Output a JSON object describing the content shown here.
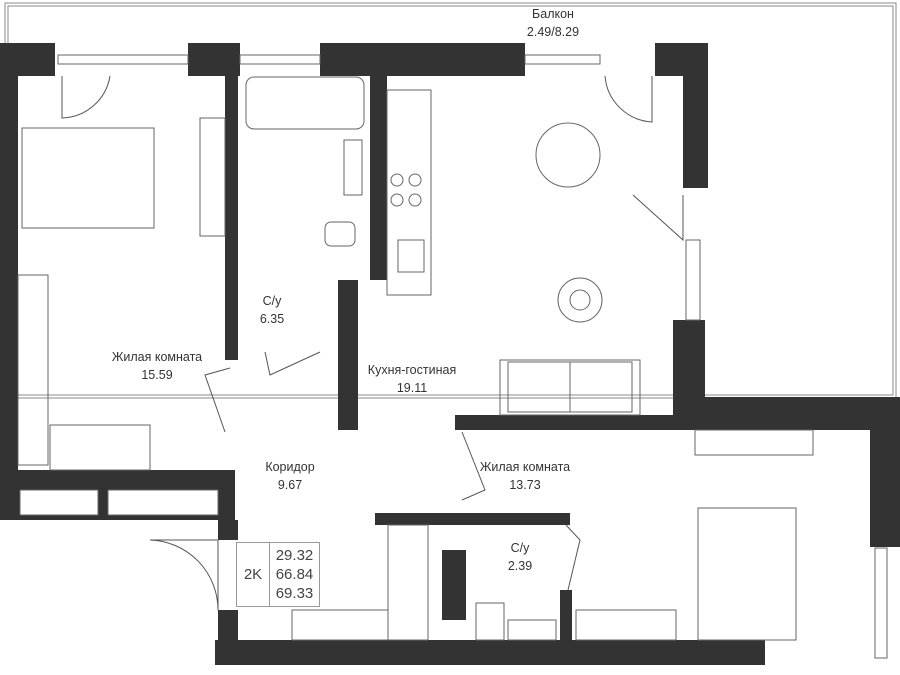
{
  "colors": {
    "wall": "#333333",
    "line": "#666666",
    "text": "#333333"
  },
  "rooms": {
    "balcony": {
      "name": "Балкон",
      "area": "2.49/8.29"
    },
    "bathroom1": {
      "name": "С/у",
      "area": "6.35"
    },
    "bedroom1": {
      "name": "Жилая комната",
      "area": "15.59"
    },
    "kitchen": {
      "name": "Кухня-гостиная",
      "area": "19.11"
    },
    "corridor": {
      "name": "Коридор",
      "area": "9.67"
    },
    "bedroom2": {
      "name": "Жилая комната",
      "area": "13.73"
    },
    "bathroom2": {
      "name": "С/у",
      "area": "2.39"
    }
  },
  "summary": {
    "type": "2K",
    "living_area": "29.32",
    "total_area": "66.84",
    "total_with_balcony": "69.33"
  }
}
